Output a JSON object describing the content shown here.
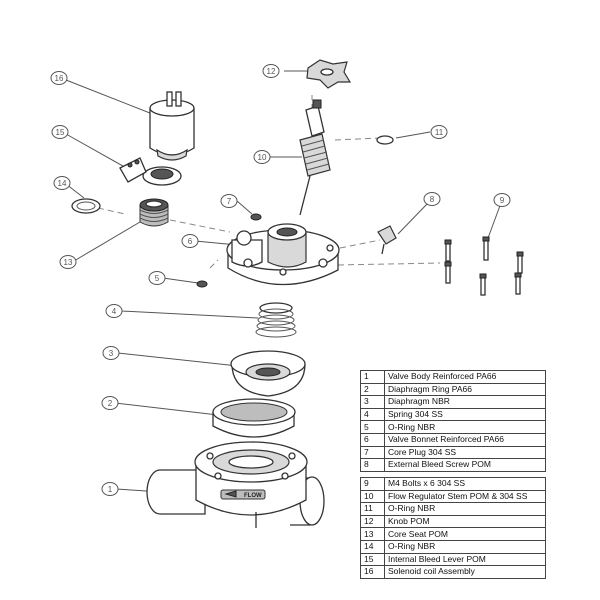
{
  "callouts": [
    "1",
    "2",
    "3",
    "4",
    "5",
    "6",
    "7",
    "8",
    "9",
    "10",
    "11",
    "12",
    "13",
    "14",
    "15",
    "16"
  ],
  "parts_table_a": [
    {
      "num": "1",
      "desc": "Valve Body Reinforced PA66"
    },
    {
      "num": "2",
      "desc": "Diaphragm  Ring PA66"
    },
    {
      "num": "3",
      "desc": "Diaphragm NBR"
    },
    {
      "num": "4",
      "desc": "Spring 304 SS"
    },
    {
      "num": "5",
      "desc": "O-Ring NBR"
    },
    {
      "num": "6",
      "desc": "Valve Bonnet Reinforced PA66"
    },
    {
      "num": "7",
      "desc": "Core Plug 304 SS"
    },
    {
      "num": "8",
      "desc": "External Bleed Screw POM"
    }
  ],
  "parts_table_b": [
    {
      "num": "9",
      "desc": "M4 Bolts x 6 304 SS"
    },
    {
      "num": "10",
      "desc": "Flow Regulator Stem POM & 304 SS"
    },
    {
      "num": "11",
      "desc": "O-Ring NBR"
    },
    {
      "num": "12",
      "desc": "Knob POM"
    },
    {
      "num": "13",
      "desc": "Core Seat POM"
    },
    {
      "num": "14",
      "desc": "O-Ring NBR"
    },
    {
      "num": "15",
      "desc": "Internal Bleed Lever POM"
    },
    {
      "num": "16",
      "desc": "Solenoid coil Assembly"
    }
  ],
  "body_marking": "FLOW"
}
